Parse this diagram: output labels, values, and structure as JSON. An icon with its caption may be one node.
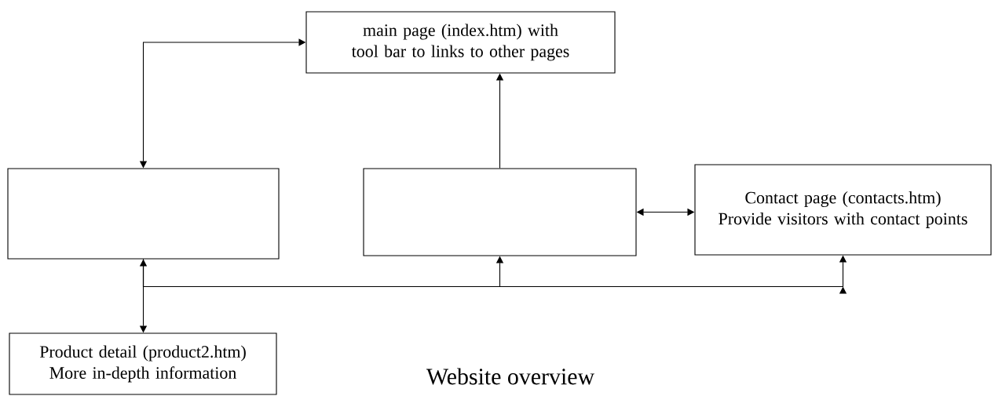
{
  "diagram": {
    "title": "Website overview",
    "nodes": [
      {
        "text": [
          "main page (index.htm) with tool bar to links to other pages"
        ]
      },
      {
        "text": [],
        "shape": "box"
      },
      {
        "text": [],
        "shape": "box"
      },
      {
        "text": [
          "Contact page (contacts.htm)",
          "Provide visitors with contact points"
        ]
      },
      {
        "text": [
          "Product detail (product2.htm)",
          "More in-depth information"
        ]
      }
    ],
    "edges": [
      {
        "from": 1,
        "to": 0,
        "arrow": "both"
      },
      {
        "from": 2,
        "to": 0,
        "arrow": "to"
      },
      {
        "from": 2,
        "to": 3,
        "arrow": "both"
      },
      {
        "from": 1,
        "to": 4,
        "arrow": "both"
      },
      {
        "from": 1,
        "to": 2,
        "arrow": "to"
      },
      {
        "from": 1,
        "to": 3,
        "arrow": "to"
      }
    ]
  }
}
